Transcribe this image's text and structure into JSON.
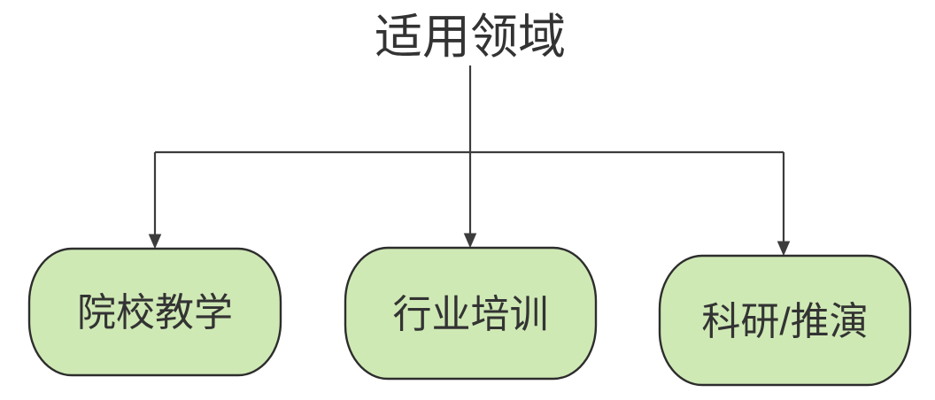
{
  "diagram": {
    "title": "适用领域",
    "nodes": [
      {
        "label": "院校教学"
      },
      {
        "label": "行业培训"
      },
      {
        "label": "科研/推演"
      }
    ],
    "colors": {
      "node_fill": "#cfe9b5",
      "node_stroke": "#2d2d2d",
      "connector": "#3c3c3c",
      "text": "#333333"
    }
  }
}
